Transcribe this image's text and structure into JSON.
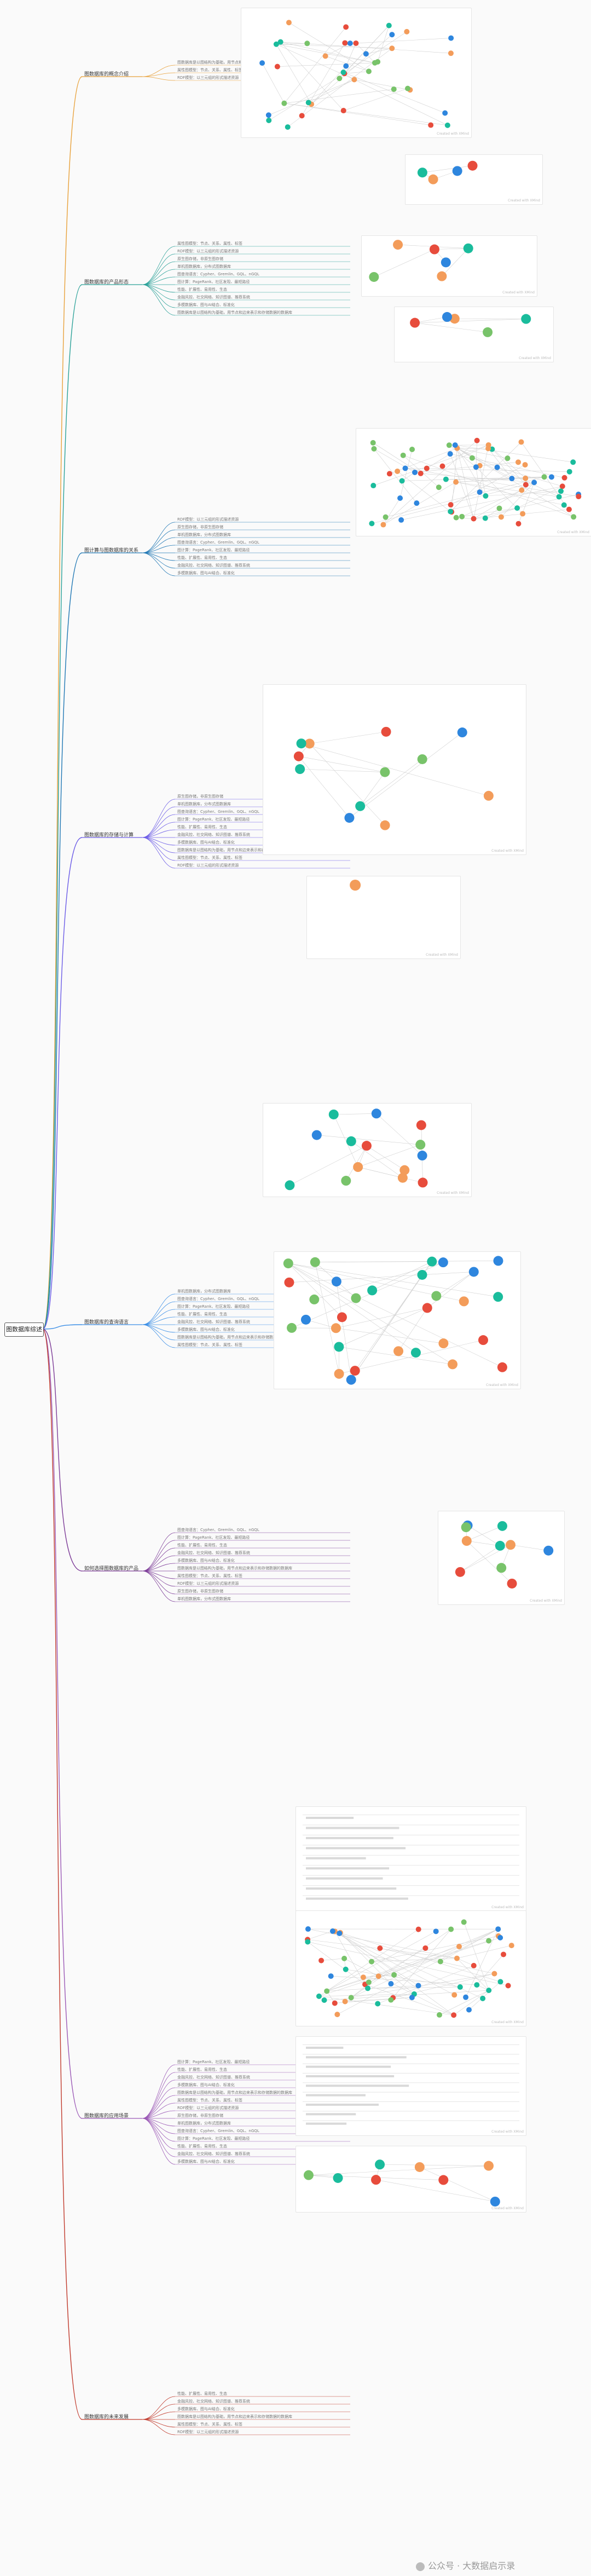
{
  "root": {
    "label": "图数据库综述"
  },
  "sections": [
    {
      "label": "图数据库的概念介绍",
      "color": "#e8a13a"
    },
    {
      "label": "图数据库的产品形态",
      "color": "#2aa198"
    },
    {
      "label": "图计算与图数据库的关系",
      "color": "#1f77b4"
    },
    {
      "label": "图数据库的存储与计算",
      "color": "#6c5ce7"
    },
    {
      "label": "图数据库的查询语言",
      "color": "#3a8ee6"
    },
    {
      "label": "如何选择图数据库的产品",
      "color": "#7d3c98"
    },
    {
      "label": "图数据库的应用场景",
      "color": "#9b59b6"
    },
    {
      "label": "图数据库的未来发展",
      "color": "#c0392b"
    }
  ],
  "leaves": [
    "图数据库是以图结构为基础，用节点和边来表示和存储数据的数据库",
    "属性图模型：节点、关系、属性、标签",
    "RDF模型：以三元组的形式描述资源",
    "原生图存储，非原生图存储",
    "单机图数据库，分布式图数据库",
    "图查询语言：Cypher、Gremlin、GQL、nGQL",
    "图计算：PageRank、社区发现、最短路径",
    "性能、扩展性、易用性、生态",
    "金融风控、社交网络、知识图谱、推荐系统",
    "多模数据库、图与AI结合、标准化"
  ],
  "watermarks": {
    "card": "Created with XMind",
    "footer": "公众号 · 大数据启示录"
  },
  "colors": {
    "accent": "#2aa198",
    "node_orange": "#f39c5a",
    "node_teal": "#1abc9c",
    "node_red": "#e74c3c",
    "node_blue": "#2e86de",
    "node_green": "#78c36a"
  }
}
